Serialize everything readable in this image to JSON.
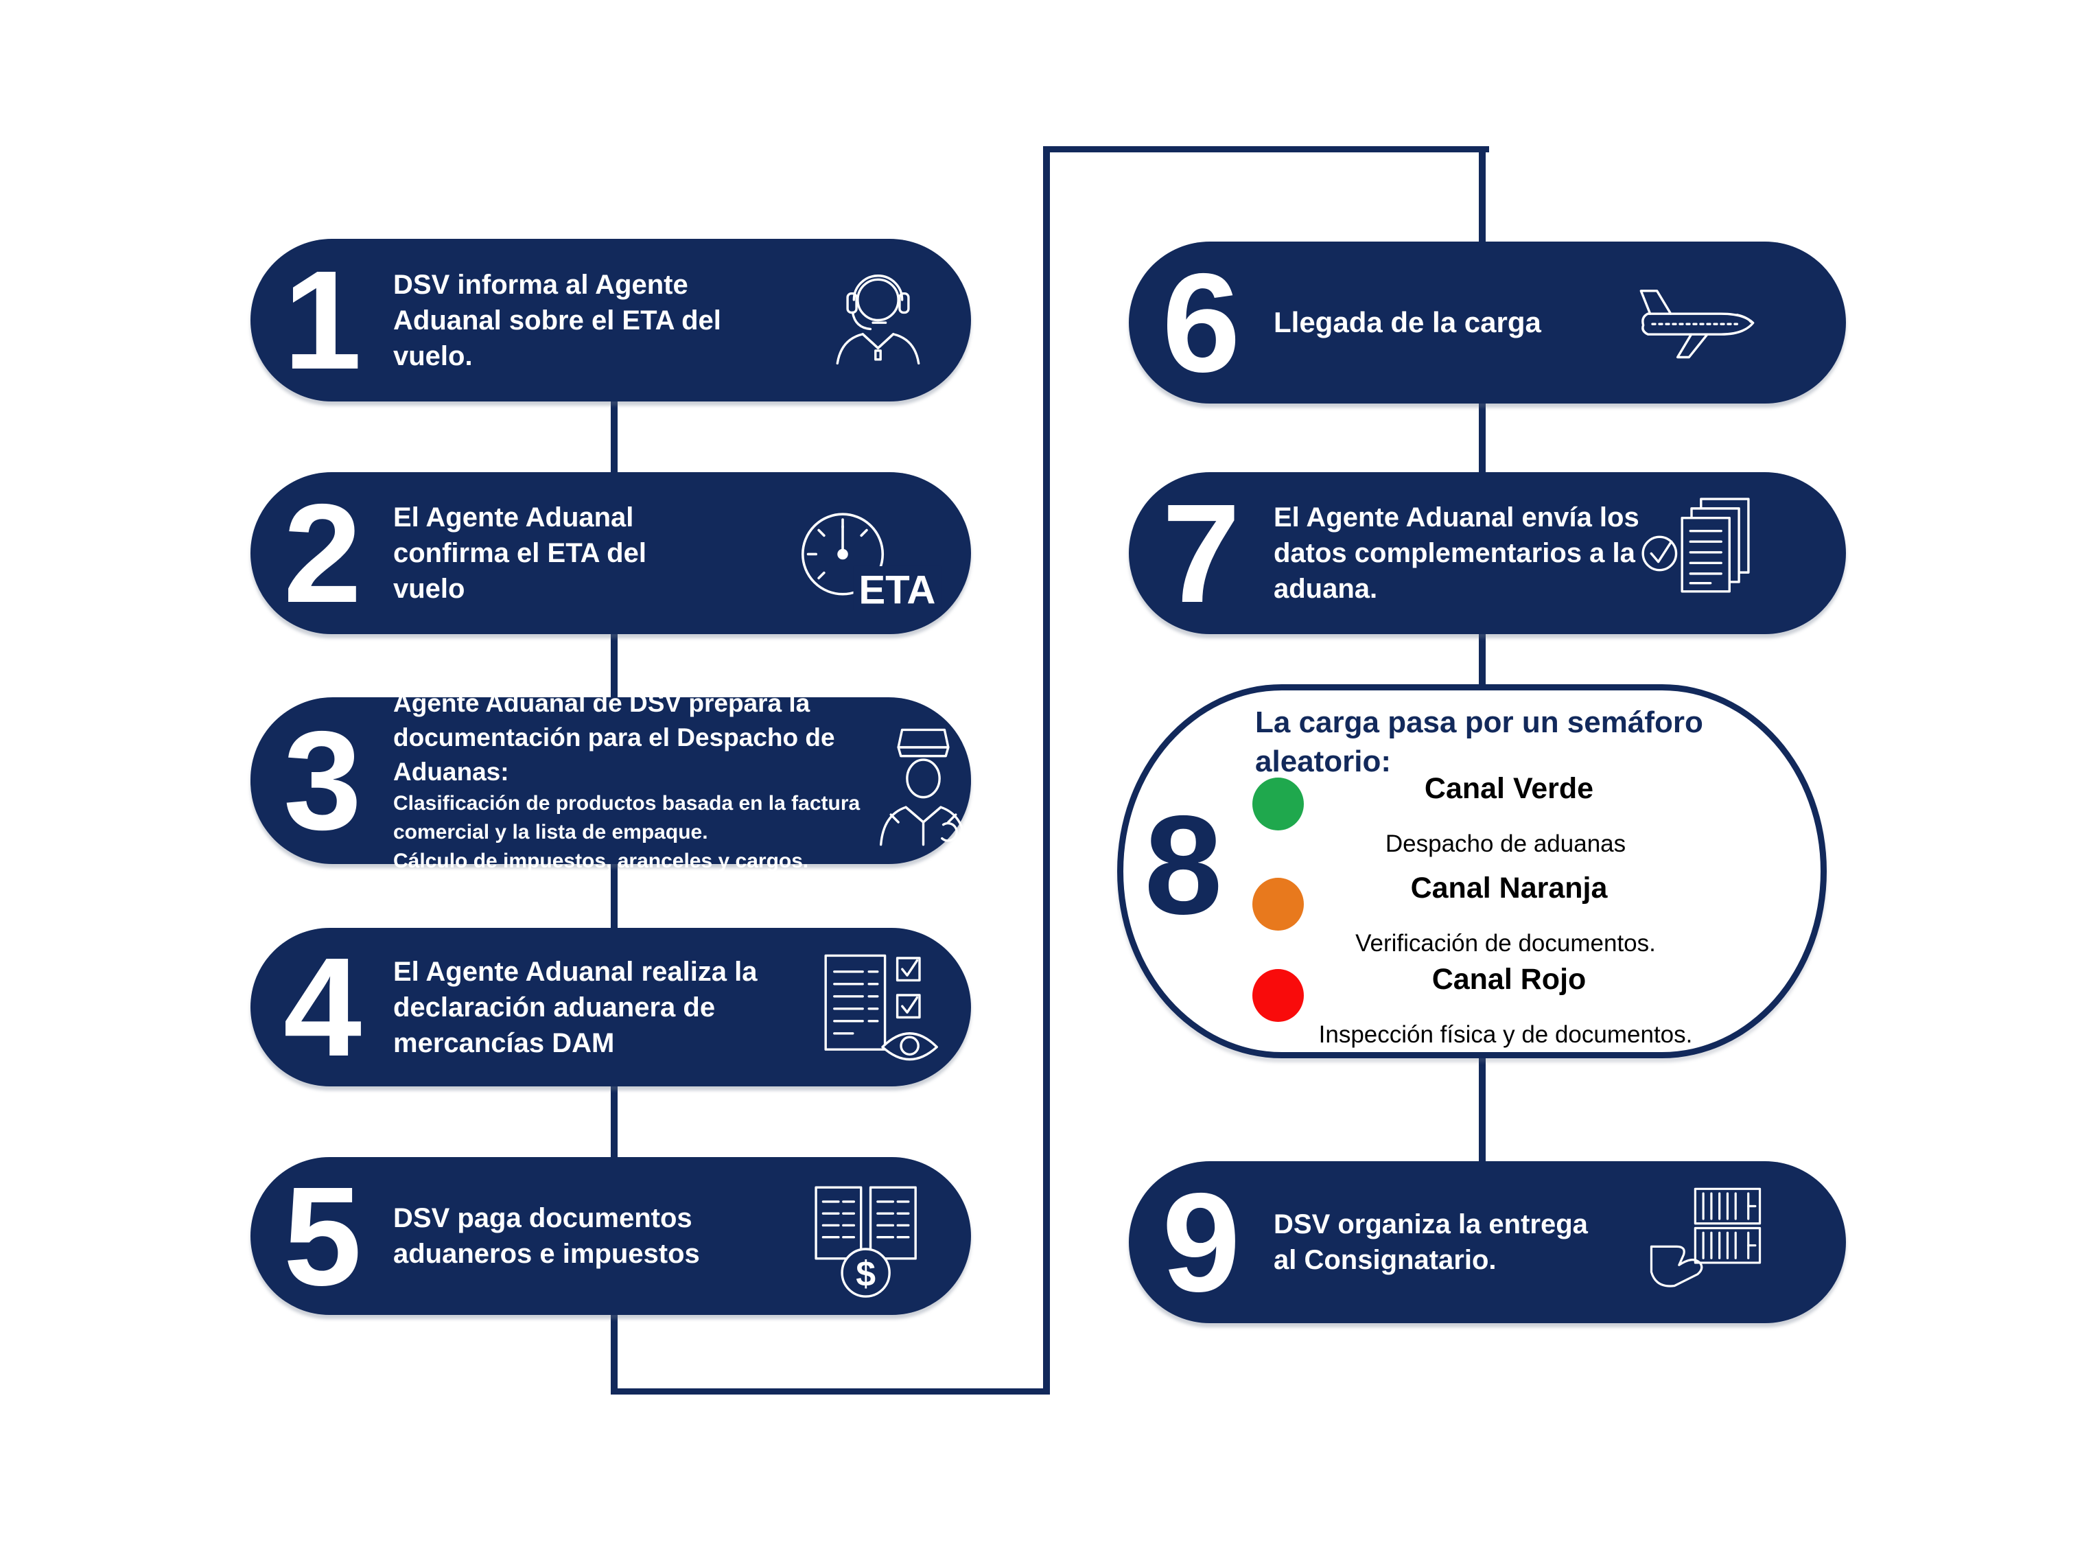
{
  "colors": {
    "navy": "#12295B",
    "white": "#FFFFFF",
    "black": "#000000",
    "green": "#1FA84D",
    "orange": "#E8791D",
    "red": "#F90B0B"
  },
  "steps": [
    {
      "number": "1",
      "text": "DSV informa al Agente\nAduanal sobre el ETA del\nvuelo.",
      "icon": "headset-agent-icon"
    },
    {
      "number": "2",
      "text": "El Agente Aduanal\nconfirma el ETA del\nvuelo",
      "icon": "eta-speedometer-icon",
      "icon_label": "ETA"
    },
    {
      "number": "3",
      "heading": "Agente Aduanal de DSV prepara la\ndocumentación para el Despacho de\nAduanas:",
      "details": "Clasificación de productos basada en la factura\ncomercial y la lista de empaque.\nCálculo de impuestos, aranceles y cargos.",
      "icon": "customs-officer-icon"
    },
    {
      "number": "4",
      "text": "El Agente Aduanal realiza la\ndeclaración aduanera de\nmercancías DAM",
      "icon": "declaration-checklist-icon"
    },
    {
      "number": "5",
      "text": "DSV paga documentos\naduaneros e impuestos",
      "icon": "payment-documents-icon",
      "icon_label": "$"
    },
    {
      "number": "6",
      "text": "Llegada de la carga",
      "icon": "airplane-icon"
    },
    {
      "number": "7",
      "text": "El Agente Aduanal envía los\ndatos complementarios a la\naduana.",
      "icon": "complementary-docs-icon"
    },
    {
      "number": "9",
      "text": "DSV organiza la entrega\nal Consignatario.",
      "icon": "delivery-containers-icon"
    }
  ],
  "step8": {
    "number": "8",
    "title": "La carga pasa por un semáforo\naleatorio:",
    "channels": [
      {
        "name": "Canal Verde",
        "description": "Despacho de aduanas",
        "color": "#1FA84D",
        "icon": "green-dot"
      },
      {
        "name": "Canal Naranja",
        "description": "Verificación de documentos.",
        "color": "#E8791D",
        "icon": "orange-dot"
      },
      {
        "name": "Canal Rojo",
        "description": "Inspección física y de documentos.",
        "color": "#F90B0B",
        "icon": "red-dot"
      }
    ]
  }
}
